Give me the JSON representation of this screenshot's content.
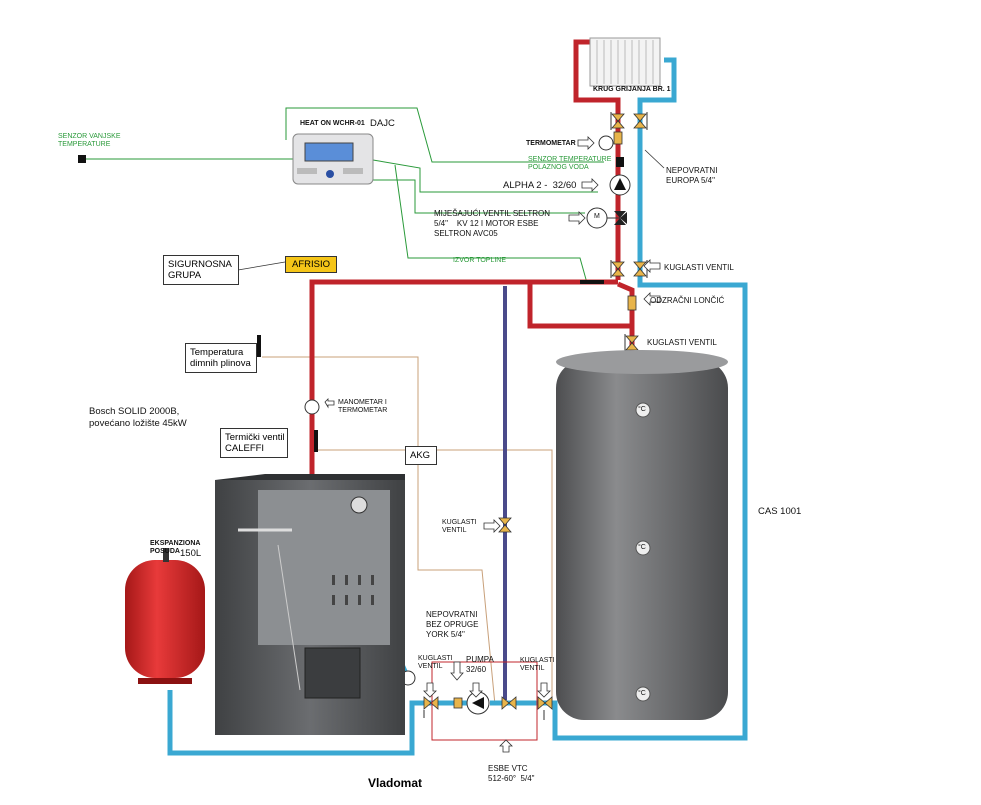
{
  "labels": {
    "krug": "KRUG GRIJANJA BR. 1",
    "termometar": "TERMOMETAR",
    "nepovratni_europa": "NEPOVRATNI\nEUROPA 5/4\"",
    "heaton": "HEAT ON WCHR-01",
    "dajc": "DAJC",
    "senzor_vanjske": "SENZOR VANJSKE\nTEMPERATURE",
    "senzor_polaznog": "SENZOR TEMPERATURE\nPOLAZNOG VODA",
    "alpha": "ALPHA 2 -  32/60",
    "mijesajuci": "MIJEŠAJUĆI VENTIL SELTRON\n5/4\"    KV 12 I MOTOR ESBE\nSELTRON AVC05",
    "izvor": "IZVOR TOPLINE",
    "kuglasti_top": "KUGLASTI VENTIL",
    "sigurnosna": "SIGURNOSNA\nGRUPA",
    "afrisio": "AFRISIO",
    "odzracni": "ODZRAČNI LONČIĆ",
    "kuglasti_mid": "KUGLASTI VENTIL",
    "temp_dimnih": "Temperatura\ndimnih plinova",
    "manometar": "MANOMETAR I\nTERMOMETAR",
    "bosch": "Bosch SOLID 2000B,\npovećano ložište 45kW",
    "termicki": "Termički ventil\nCALEFFI",
    "akg": "AKG",
    "kuglasti_vert": "KUGLASTI\nVENTIL",
    "cas": "CAS 1001",
    "ekspanziona": "EKSPANZIONA\nPOSUDA",
    "volume": "150L",
    "nepovratni_york": "NEPOVRATNI\nBEZ OPRUGE\nYORK 5/4\"",
    "kuglasti_left": "KUGLASTI\nVENTIL",
    "pumpa": "PUMPA\n32/60",
    "kuglasti_right": "KUGLASTI\nVENTIL",
    "esbe": "ESBE VTC\n512-60°  5/4\"",
    "vladomat": "Vladomat",
    "m": "M",
    "deg": "°C"
  },
  "colors": {
    "hot": "#c0242b",
    "cold": "#3aa8d2",
    "purple": "#4a4a8a",
    "signal": "#2a9a3a",
    "valve": "#e8b44a",
    "tank": "#6e6f70",
    "boiler": "#5a5c5e",
    "expansion": "#d42a2a"
  }
}
